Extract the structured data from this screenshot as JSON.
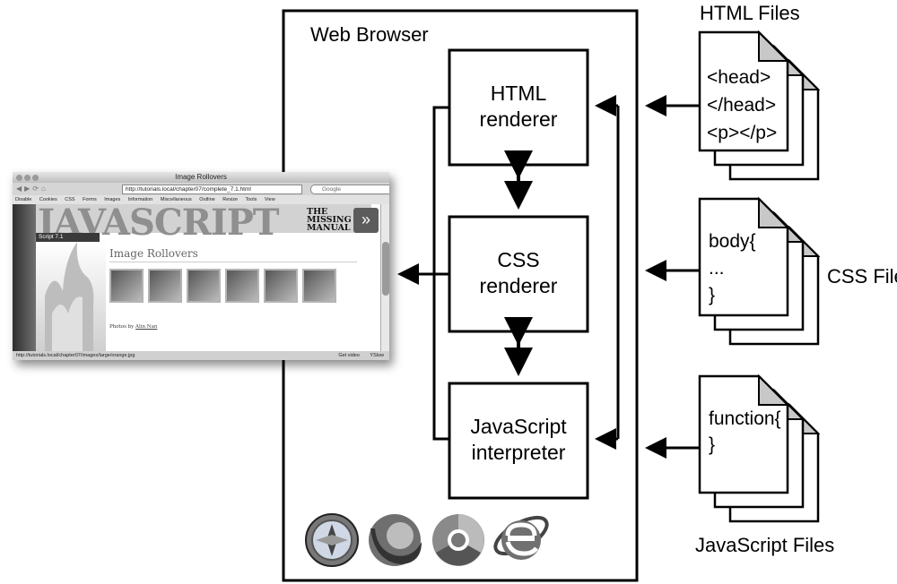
{
  "title": "Web Browser",
  "renderers": {
    "html": [
      "HTML",
      "renderer"
    ],
    "css": [
      "CSS",
      "renderer"
    ],
    "js": [
      "JavaScript",
      "interpreter"
    ]
  },
  "files": {
    "html": {
      "label": "HTML Files",
      "lines": [
        "<head>",
        "</head>",
        "<p></p>"
      ]
    },
    "css": {
      "label": "CSS Files",
      "lines": [
        "body{",
        "...",
        "}"
      ]
    },
    "js": {
      "label": "JavaScript Files",
      "lines": [
        "function{",
        "}"
      ]
    }
  },
  "browser_icons": [
    "safari-icon",
    "firefox-icon",
    "chrome-icon",
    "internet-explorer-icon"
  ],
  "screenshot": {
    "window_title": "Image Rollovers",
    "url": "http://tutorials.local/chapter07/complete_7.1.html",
    "search_placeholder": "Google",
    "toolbar": [
      "Disable",
      "Cookies",
      "CSS",
      "Forms",
      "Images",
      "Information",
      "Miscellaneous",
      "Outline",
      "Resize",
      "Tools",
      "View"
    ],
    "banner_word": "JAVASCRIPT",
    "banner_subtitle": [
      "THE",
      "MISSING",
      "MANUAL"
    ],
    "next_label": "»",
    "script_label": "Script 7.1",
    "page_heading": "Image Rollovers",
    "credit_prefix": "Photos by ",
    "credit_author": "Alin Nan",
    "status_url": "http://tutorials.local/chapter07/images/large/orange.jpg",
    "status_items": [
      "Get video",
      "YSlow"
    ]
  }
}
